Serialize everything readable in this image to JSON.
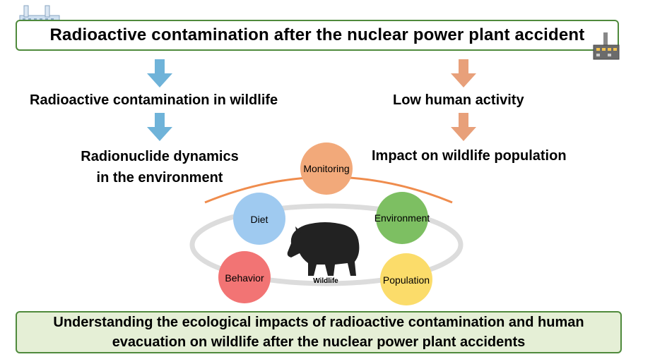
{
  "title": "Radioactive contamination after the nuclear power plant accident",
  "left_branch": {
    "step1": "Radioactive contamination in wildlife",
    "step2_line1": "Radionuclide dynamics",
    "step2_line2": "in the environment"
  },
  "right_branch": {
    "step1": "Low human activity",
    "step2": "Impact on wildlife population"
  },
  "cycle": {
    "center_label": "Wildlife",
    "nodes": [
      {
        "label": "Monitoring",
        "color": "#f2a97a"
      },
      {
        "label": "Diet",
        "color": "#9fcaf0"
      },
      {
        "label": "Environment",
        "color": "#7dbf62"
      },
      {
        "label": "Behavior",
        "color": "#f27474"
      },
      {
        "label": "Population",
        "color": "#fbdc6a"
      }
    ]
  },
  "conclusion": {
    "line1": "Understanding the ecological impacts of radioactive contamination and human",
    "line2": "evacuation on wildlife after the nuclear power plant accidents"
  },
  "colors": {
    "box_border": "#4f8a3c",
    "conclusion_fill": "#e5efd6",
    "left_arrow": "#6fb3d9",
    "right_arrow": "#e8a07a",
    "arc": "#ef8c4d"
  }
}
